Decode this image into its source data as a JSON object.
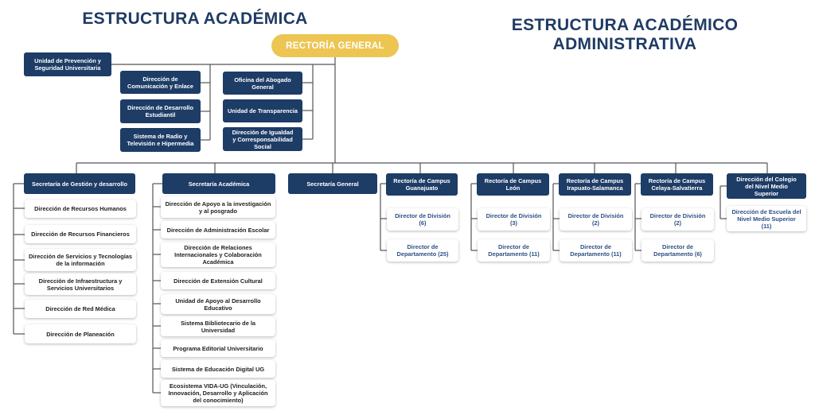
{
  "titles": {
    "left": "ESTRUCTURA ACADÉMICA",
    "right": "ESTRUCTURA ACADÉMICO\nADMINISTRATIVA"
  },
  "top": {
    "rectoria": "RECTORÍA GENERAL"
  },
  "staff": {
    "prevencion": "Unidad de Prevención y\nSeguridad Universitaria",
    "comunicacion": "Dirección de\nComunicación y Enlace",
    "desarrollo_estudiantil": "Dirección de Desarrollo\nEstudiantil",
    "radio": "Sistema de Radio y\nTelevisión e Hipermedia",
    "abogado": "Oficina del Abogado\nGeneral",
    "transparencia": "Unidad de Transparencia",
    "igualdad": "Dirección de Igualdad\ny Corresponsabilidad\nSocial"
  },
  "sec_gestion": {
    "title": "Secretaría de Gestión y desarrollo",
    "items": [
      "Dirección de Recursos Humanos",
      "Dirección de Recursos Financieros",
      "Dirección de Servicios y Tecnologías\nde la información",
      "Dirección de Infraestructura y\nServicios Universitarios",
      "Dirección de Red Médica",
      "Dirección de Planeación"
    ]
  },
  "sec_academica": {
    "title": "Secretaría Académica",
    "items": [
      "Dirección de Apoyo a la investigación\ny al posgrado",
      "Dirección de Administración Escolar",
      "Dirección de Relaciones\nInternacionales y Colaboración\nAcadémica",
      "Dirección de Extensión Cultural",
      "Unidad de Apoyo al Desarrollo\nEducativo",
      "Sistema Bibliotecario de la\nUniversidad",
      "Programa Editorial Universitario",
      "Sistema de Educación Digital UG",
      "Ecosistema VIDA-UG (Vinculación,\nInnovación, Desarrollo y Aplicación\ndel conocimiento)"
    ]
  },
  "sec_general": {
    "title": "Secretaría General"
  },
  "campus": [
    {
      "title": "Rectoría de Campus\nGuanajuato",
      "division": "Director de División\n(6)",
      "departamento": "Director de\nDepartamento (25)"
    },
    {
      "title": "Rectoría de Campus\nLeón",
      "division": "Director de División\n(3)",
      "departamento": "Director de\nDepartamento (11)"
    },
    {
      "title": "Rectoría de Campus\nIrapuato-Salamanca",
      "division": "Director de División\n(2)",
      "departamento": "Director de\nDepartamento (11)"
    },
    {
      "title": "Rectoría de Campus\nCelaya-Salvatierra",
      "division": "Director de División\n(2)",
      "departamento": "Director de\nDepartamento (6)"
    }
  ],
  "colegio": {
    "title": "Dirección del Colegio\ndel Nivel Medio\nSuperior",
    "escuela": "Dirección de Escuela del\nNivel Medio Superior\n(11)"
  },
  "colors": {
    "dark_box": "#1d3c66",
    "rectoria": "#edc553",
    "title": "#1f3b64",
    "light_text": "#2f5086"
  }
}
